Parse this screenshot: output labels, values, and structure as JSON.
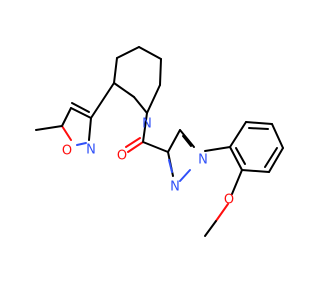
{
  "molecule": {
    "atoms": {
      "o_carbonyl": {
        "label": "O",
        "color": "#ff0d0d"
      },
      "n_piperidine": {
        "label": "N",
        "color": "#3050f8"
      },
      "o_isoxazole": {
        "label": "O",
        "color": "#ff0d0d"
      },
      "n_isoxazole": {
        "label": "N",
        "color": "#3050f8"
      },
      "n_pyrazole_1": {
        "label": "N",
        "color": "#3050f8"
      },
      "n_pyrazole_2": {
        "label": "N",
        "color": "#3050f8"
      },
      "o_methoxy": {
        "label": "O",
        "color": "#ff0d0d"
      }
    }
  }
}
